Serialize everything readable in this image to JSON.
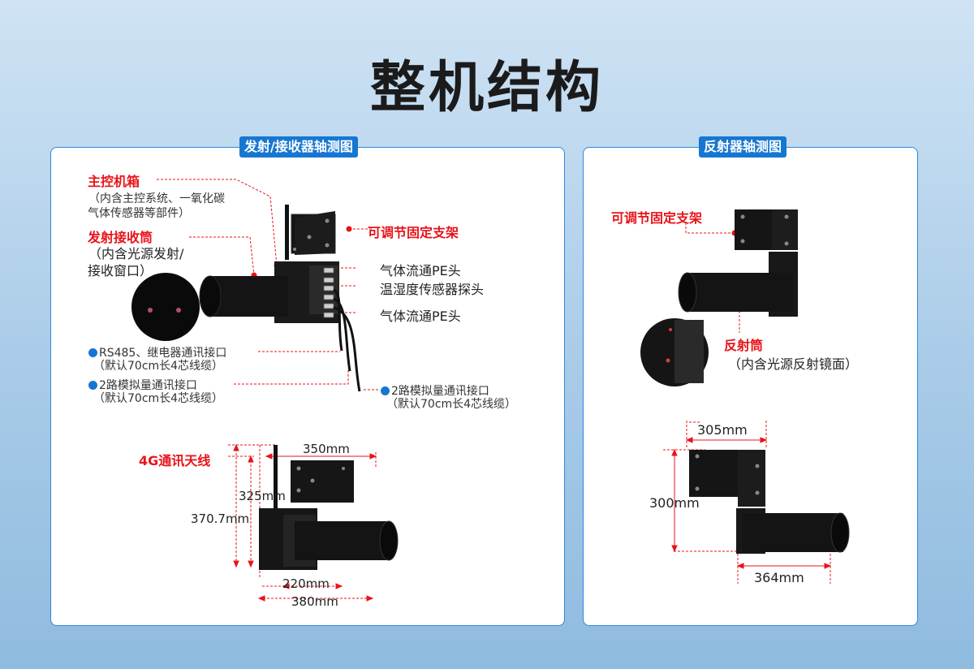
{
  "title": "整机结构",
  "left_panel": {
    "tab": "发射/接收器轴测图",
    "main_box": {
      "label": "主控机箱",
      "desc1": "（内含主控系统、一氧化碳",
      "desc2": "气体传感器等部件）"
    },
    "tx_rx_tube": {
      "label": "发射接收筒",
      "desc1": "（内含光源发射/",
      "desc2": "接收窗口）"
    },
    "bracket": "可调节固定支架",
    "connectors": [
      "气体流通PE头",
      "温湿度传感器探头",
      "气体流通PE头"
    ],
    "ports": [
      {
        "label": "RS485、继电器通讯接口",
        "desc": "（默认70cm长4芯线缆）"
      },
      {
        "label": "2路模拟量通讯接口",
        "desc": "（默认70cm长4芯线缆）"
      },
      {
        "label": "2路模拟量通讯接口",
        "desc": "（默认70cm长4芯线缆）"
      }
    ],
    "antenna": "4G通讯天线",
    "dims": {
      "a": "350mm",
      "b": "325mm",
      "c": "370.7mm",
      "d": "220mm",
      "e": "380mm"
    }
  },
  "right_panel": {
    "tab": "反射器轴测图",
    "bracket": "可调节固定支架",
    "reflector": {
      "label": "反射筒",
      "desc": "（内含光源反射镜面）"
    },
    "dims": {
      "a": "305mm",
      "b": "300mm",
      "c": "364mm"
    }
  },
  "colors": {
    "accent": "#1677d2",
    "callout": "#e8141a",
    "device": "#111111"
  }
}
